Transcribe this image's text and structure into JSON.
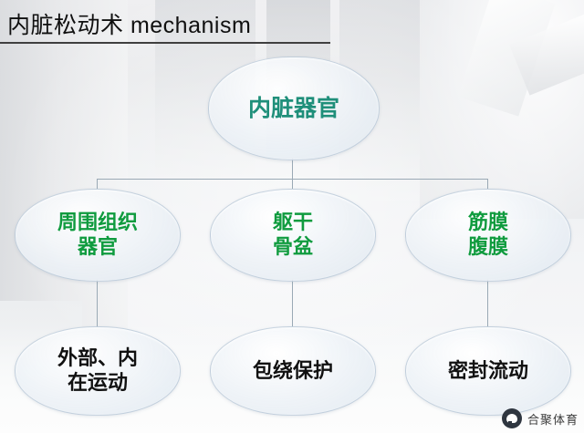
{
  "slide": {
    "title": "内脏松动术 mechanism",
    "nodes": {
      "root": "内脏器官",
      "middle": [
        "周围组织\n器官",
        "躯干\n骨盆",
        "筋膜\n腹膜"
      ],
      "bottom": [
        "外部、内\n在运动",
        "包绕保护",
        "密封流动"
      ]
    },
    "colors": {
      "root_text": "#1f8f7a",
      "middle_text": "#0f9b3e",
      "bottom_text": "#111111",
      "connector": "#9aa9b5",
      "title_text": "#101010"
    },
    "watermark": {
      "text": "合聚体育",
      "logo": "wechat-account-icon"
    }
  }
}
